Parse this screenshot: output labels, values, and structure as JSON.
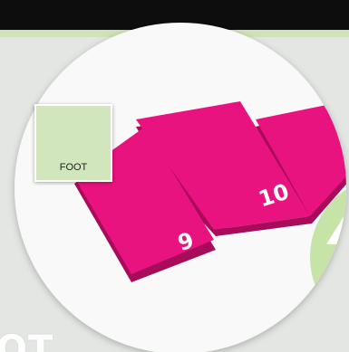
{
  "board": {
    "tiles": [
      {
        "label": "9"
      },
      {
        "label": "10"
      },
      {
        "label": ""
      }
    ],
    "foot_card": {
      "label": "FOOT"
    },
    "background_text": "OT"
  },
  "colors": {
    "tile": "#e8137f",
    "tile_edge": "#a80b5a",
    "card": "#d2e6be",
    "accent_green": "#c6e3a8"
  }
}
